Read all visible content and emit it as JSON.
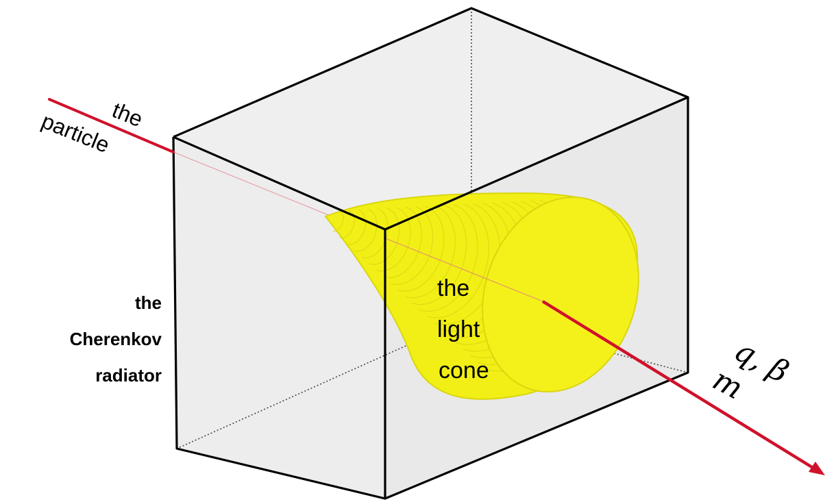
{
  "labels": {
    "particle_line1": "the",
    "particle_line2": "particle",
    "radiator_line1": "the",
    "radiator_line2": "Cherenkov",
    "radiator_line3": "radiator",
    "cone_line1": "the",
    "cone_line2": "light",
    "cone_line3": "cone",
    "charge_velocity": "q, β",
    "mass": "m"
  },
  "colors": {
    "particle_track": "#d0112b",
    "cone_fill": "#f2ef16",
    "cone_edge": "#d9d60f",
    "box_face": "#efefef",
    "box_edge": "#000000"
  }
}
